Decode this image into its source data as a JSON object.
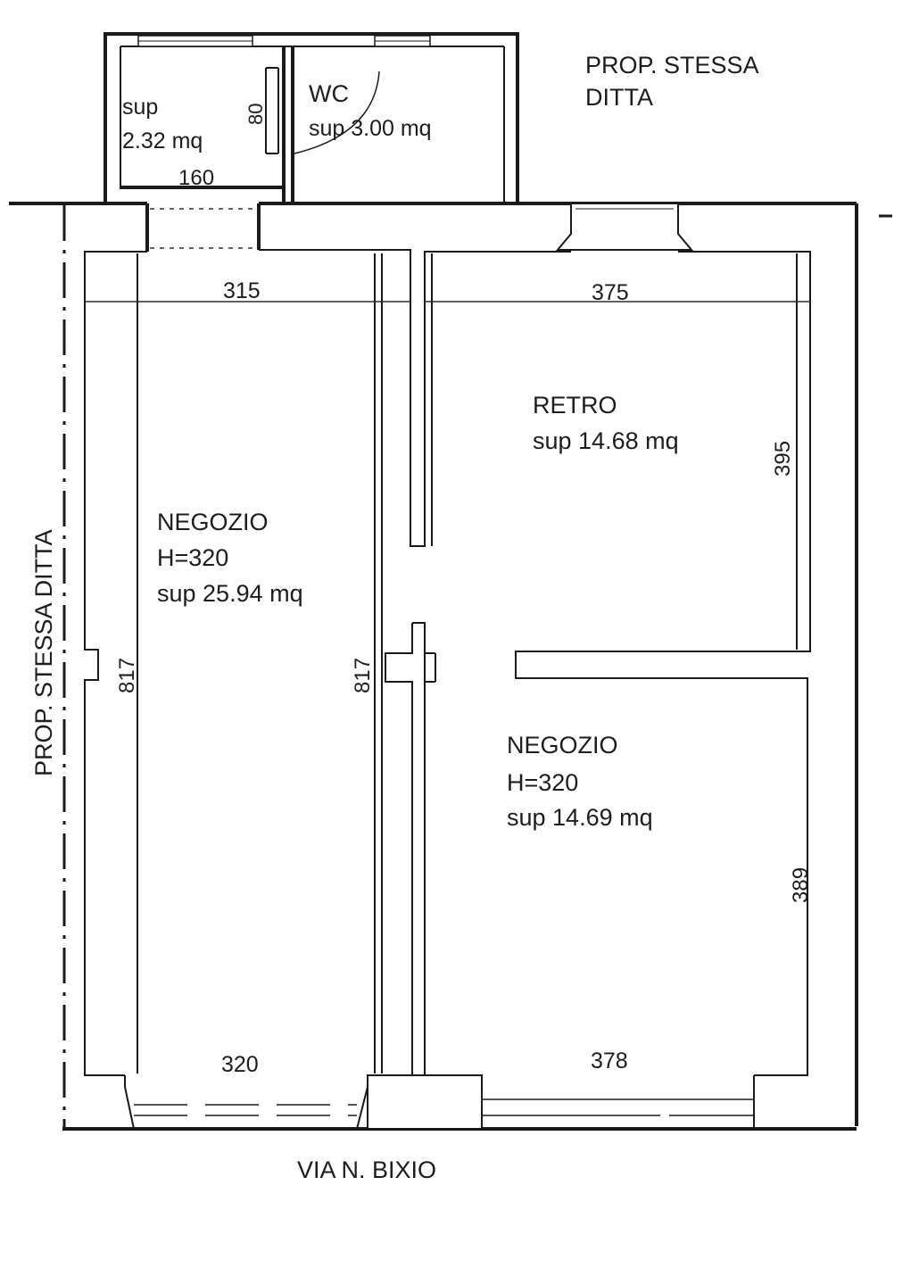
{
  "neighbor_labels": {
    "top_right_line1": "PROP. STESSA",
    "top_right_line2": "DITTA",
    "left": "PROP. STESSA DITTA"
  },
  "street_label": "VIA N. BIXIO",
  "rooms": {
    "storage": {
      "area_label": "sup",
      "area_value": "2.32 mq"
    },
    "wc": {
      "name": "WC",
      "area": "sup 3.00 mq"
    },
    "negozio_left": {
      "name": "NEGOZIO",
      "height": "H=320",
      "area": "sup 25.94 mq"
    },
    "retro": {
      "name": "RETRO",
      "area": "sup 14.68 mq"
    },
    "negozio_right": {
      "name": "NEGOZIO",
      "height": "H=320",
      "area": "sup 14.69 mq"
    }
  },
  "dimensions": {
    "storage_width": "160",
    "storage_door": "80",
    "left_top_width": "315",
    "right_top_width": "375",
    "left_bottom_width": "320",
    "right_bottom_width": "378",
    "left_outer_length": "817",
    "left_inner_length": "817",
    "retro_length": "395",
    "negozio_right_length": "389"
  }
}
